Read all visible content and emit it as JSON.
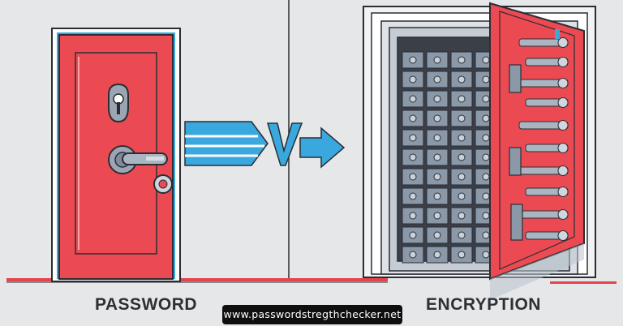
{
  "labels": {
    "left": "PASSWORD",
    "right": "ENCRYPTION"
  },
  "website": "www.passwordstregthchecker.net",
  "colors": {
    "background": "#e6e7e9",
    "door_red": "#ec4a52",
    "outline": "#2b2d33",
    "arrow_blue": "#3aa8de",
    "vault_steel": "#8a98a8",
    "floor_line": "#e2454c"
  },
  "icons": {
    "door": "closed-door-icon",
    "keyhole": "keyhole-icon",
    "handle": "door-handle-icon",
    "arrows": "right-arrow-icon",
    "vault": "vault-icon"
  }
}
